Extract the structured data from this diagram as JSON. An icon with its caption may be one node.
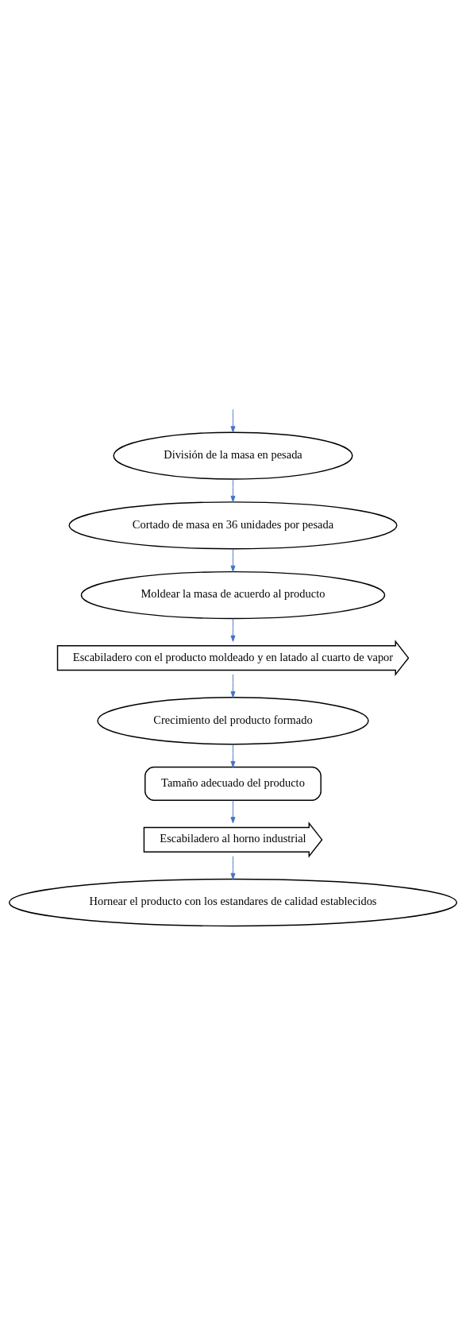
{
  "diagram": {
    "nodes": [
      {
        "text": [
          "División de la masa en pesada"
        ]
      },
      {
        "text": [
          "Cortado de masa en 36 unidades por pesada"
        ]
      },
      {
        "text": [
          "Moldear la masa de acuerdo al producto"
        ]
      },
      {
        "text": [
          "Escabiladero con el producto moldeado y en latado al cuarto de vapor"
        ]
      },
      {
        "text": [
          "Crecimiento del producto formado"
        ]
      },
      {
        "text": [
          "Tamaño adecuado del producto"
        ]
      },
      {
        "text": [
          "Escabiladero al horno industrial"
        ]
      },
      {
        "text": [
          "Hornear el producto con los estandares de calidad establecidos"
        ]
      }
    ],
    "edges": [
      {
        "from": null,
        "to": 0,
        "arrow": "to"
      },
      {
        "from": 0,
        "to": 1,
        "arrow": "to"
      },
      {
        "from": 1,
        "to": 2,
        "arrow": "to"
      },
      {
        "from": 2,
        "to": 3,
        "arrow": "to"
      },
      {
        "from": 3,
        "to": 4,
        "arrow": "to"
      },
      {
        "from": 4,
        "to": 5,
        "arrow": "to"
      },
      {
        "from": 5,
        "to": 6,
        "arrow": "to"
      },
      {
        "from": 6,
        "to": 7,
        "arrow": "to"
      }
    ]
  }
}
